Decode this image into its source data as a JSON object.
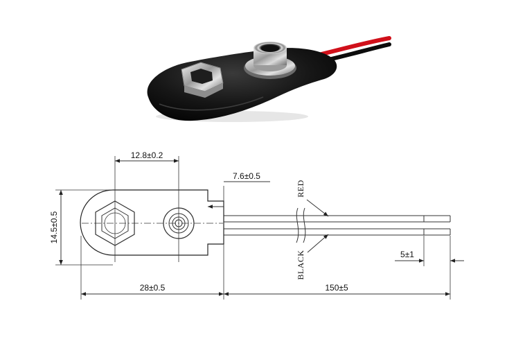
{
  "dimensions": {
    "stud_spacing": "12.8±0.2",
    "tab_length": "7.6±0.5",
    "body_height": "14.5±0.5",
    "body_length": "28±0.5",
    "lead_length": "150±5",
    "strip_length": "5±1"
  },
  "wires": {
    "red_label": "RED",
    "black_label": "BLACK"
  },
  "colors": {
    "line": "#333333",
    "clip_body": "#1a1a1a",
    "metal": "#c9c9c9",
    "wire_red": "#d0101a",
    "wire_black": "#0c0c0c"
  }
}
